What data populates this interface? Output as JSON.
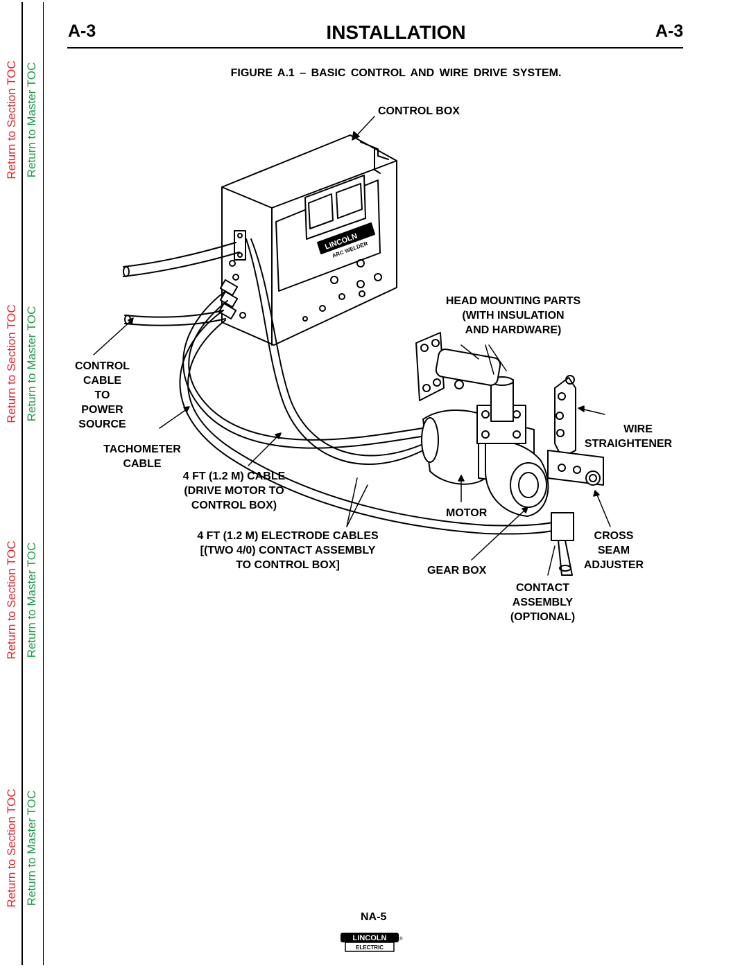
{
  "sidebar": {
    "section_label": "Return to Section TOC",
    "master_label": "Return to Master TOC"
  },
  "header": {
    "code_left": "A-3",
    "title": "INSTALLATION",
    "code_right": "A-3"
  },
  "figure": {
    "caption": "FIGURE A.1 – BASIC CONTROL AND WIRE DRIVE SYSTEM.",
    "labels": {
      "control_box": "CONTROL BOX",
      "head_mounting": [
        "HEAD MOUNTING PARTS",
        "(WITH INSULATION",
        "AND HARDWARE)"
      ],
      "control_cable": [
        "CONTROL",
        "CABLE",
        "TO",
        "POWER",
        "SOURCE"
      ],
      "tachometer": [
        "TACHOMETER",
        "CABLE"
      ],
      "drive_motor_cable": [
        "4 FT (1.2 M) CABLE",
        "(DRIVE MOTOR TO",
        "CONTROL BOX)"
      ],
      "wire_straightener": [
        "WIRE",
        "STRAIGHTENER"
      ],
      "motor": "MOTOR",
      "electrode_cables": [
        "4 FT (1.2 M) ELECTRODE CABLES",
        "[(TWO 4/0) CONTACT ASSEMBLY",
        "TO CONTROL BOX]"
      ],
      "cross_seam": [
        "CROSS",
        "SEAM",
        "ADJUSTER"
      ],
      "gear_box": "GEAR BOX",
      "contact_assembly": [
        "CONTACT",
        "ASSEMBLY",
        "(OPTIONAL)"
      ]
    },
    "panel_logo": [
      "LINCOLN",
      "ARC WELDER"
    ]
  },
  "footer": {
    "page_code": "NA-5",
    "logo_top": "LINCOLN",
    "logo_bottom": "ELECTRIC",
    "logo_mark": "®"
  }
}
